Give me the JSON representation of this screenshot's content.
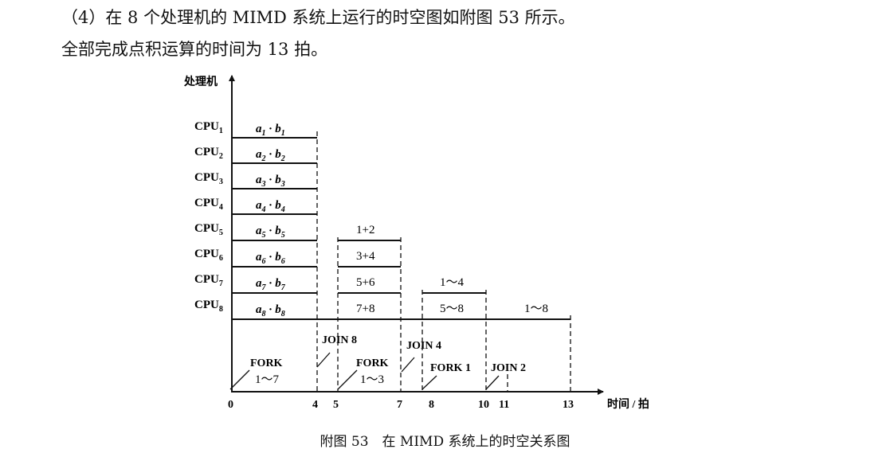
{
  "text": {
    "line1": "（4）在 8 个处理机的 MIMD 系统上运行的时空图如附图 53 所示。",
    "line2": "全部完成点积运算的时间为 13 拍。",
    "caption": "附图 53　在 MIMD 系统上的时空关系图"
  },
  "diagram": {
    "y_axis_label": "处理机",
    "x_axis_label": "时间 / 拍",
    "ticks": [
      "0",
      "4",
      "5",
      "7",
      "8",
      "10",
      "11",
      "13"
    ],
    "cpus": [
      {
        "base": "CPU",
        "sub": "1"
      },
      {
        "base": "CPU",
        "sub": "2"
      },
      {
        "base": "CPU",
        "sub": "3"
      },
      {
        "base": "CPU",
        "sub": "4"
      },
      {
        "base": "CPU",
        "sub": "5"
      },
      {
        "base": "CPU",
        "sub": "6"
      },
      {
        "base": "CPU",
        "sub": "7"
      },
      {
        "base": "CPU",
        "sub": "8"
      }
    ],
    "products": [
      {
        "a": "a",
        "ai": "1",
        "dot": "·",
        "b": "b",
        "bi": "1"
      },
      {
        "a": "a",
        "ai": "2",
        "dot": "·",
        "b": "b",
        "bi": "2"
      },
      {
        "a": "a",
        "ai": "3",
        "dot": "·",
        "b": "b",
        "bi": "3"
      },
      {
        "a": "a",
        "ai": "4",
        "dot": "·",
        "b": "b",
        "bi": "4"
      },
      {
        "a": "a",
        "ai": "5",
        "dot": "·",
        "b": "b",
        "bi": "5"
      },
      {
        "a": "a",
        "ai": "6",
        "dot": "·",
        "b": "b",
        "bi": "6"
      },
      {
        "a": "a",
        "ai": "7",
        "dot": "·",
        "b": "b",
        "bi": "7"
      },
      {
        "a": "a",
        "ai": "8",
        "dot": "·",
        "b": "b",
        "bi": "8"
      }
    ],
    "sums_stage1": [
      "1+2",
      "3+4",
      "5+6",
      "7+8"
    ],
    "sums_stage2": [
      "1～4",
      "5～8"
    ],
    "sum_stage3": "1～8",
    "controls": {
      "fork_1": "FORK",
      "fork_1_range": "1～7",
      "join_8": "JOIN 8",
      "fork_2": "FORK",
      "fork_2_range": "1～3",
      "join_4": "JOIN 4",
      "fork_3": "FORK 1",
      "join_2": "JOIN 2"
    }
  }
}
